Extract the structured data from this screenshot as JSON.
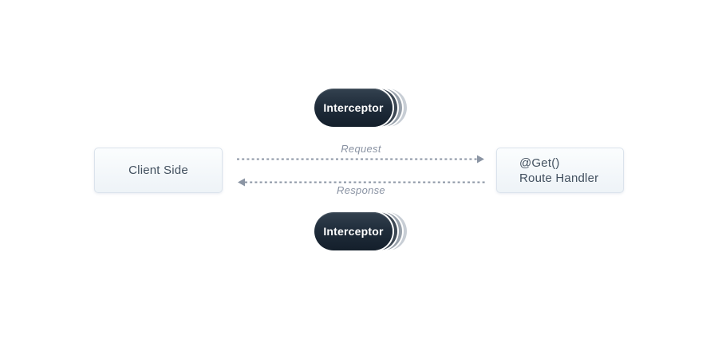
{
  "diagram": {
    "title_semantic": "client-interceptor-route-handler-flow",
    "client_box": {
      "label": "Client Side"
    },
    "handler_box": {
      "line1": "@Get()",
      "line2": "Route Handler"
    },
    "interceptor_top": {
      "label": "Interceptor"
    },
    "interceptor_bottom": {
      "label": "Interceptor"
    },
    "request_arrow": {
      "label": "Request",
      "direction": "right"
    },
    "response_arrow": {
      "label": "Response",
      "direction": "left"
    }
  },
  "colors": {
    "background": "#ffffff",
    "node_fill_top": "#fbfdfe",
    "node_fill_bottom": "#eef3f7",
    "node_border": "#dbe3ec",
    "node_text": "#42505f",
    "pill_gradient_top": "#33414f",
    "pill_gradient_bottom": "#141f2b",
    "pill_text": "#ffffff",
    "stack_layer_1": "#3d4854",
    "stack_layer_2": "#98a1ab",
    "stack_layer_3": "#c8ced5",
    "arrow": "#8b95a4",
    "arrow_label": "#8a93a3"
  }
}
